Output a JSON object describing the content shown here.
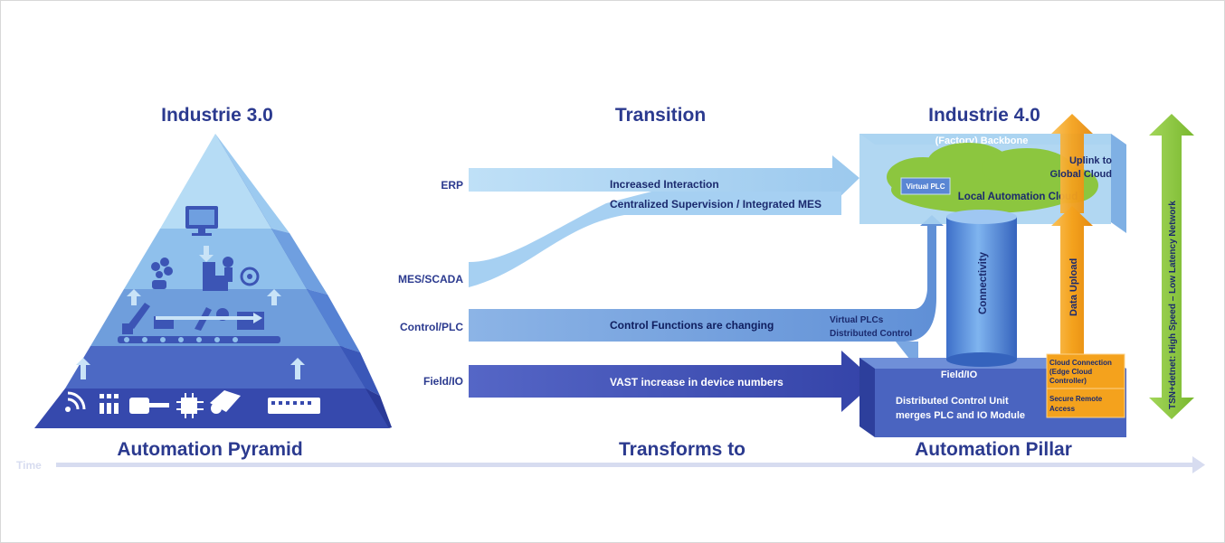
{
  "titles": {
    "left": "Industrie 3.0",
    "middle": "Transition",
    "right": "Industrie 4.0"
  },
  "bottom": {
    "left": "Automation Pyramid",
    "middle": "Transforms to",
    "right": "Automation Pillar",
    "time": "Time"
  },
  "levels": {
    "erp": "ERP",
    "mes": "MES/SCADA",
    "control": "Control/PLC",
    "field": "Field/IO"
  },
  "arrows": {
    "interaction": "Increased Interaction",
    "supervision": "Centralized Supervision / Integrated MES",
    "control": "Control Functions are changing",
    "device": "VAST increase in device numbers"
  },
  "pillar": {
    "backbone": "(Factory) Backbone",
    "uplink_1": "Uplink to",
    "uplink_2": "Global Cloud",
    "virtual_plc": "Virtual PLC",
    "local_cloud": "Local Automation Cloud",
    "connectivity": "Connectivity",
    "data_upload": "Data Upload",
    "virtual_plcs": "Virtual PLCs",
    "distributed_control": "Distributed Control",
    "field_io": "Field/IO",
    "dcu_1": "Distributed Control Unit",
    "dcu_2": "merges PLC and IO Module",
    "cloud_conn_1": "Cloud Connection",
    "cloud_conn_2": "(Edge Cloud",
    "cloud_conn_3": "Controller)",
    "secure_1": "Secure Remote",
    "secure_2": "Access"
  },
  "network": "TSN+detnet: High Speed – Low Latency Network",
  "icons": [
    "monitor-icon",
    "cloud-network-icon",
    "factory-robot-icon",
    "touch-icon",
    "robot-arm-icon",
    "conveyor-icon",
    "wifi-icon",
    "sensor-icon",
    "connector-icon",
    "chip-icon",
    "valve-icon",
    "io-module-icon"
  ],
  "colors": {
    "title": "#2b3a8f",
    "light_blue": "#a9d3f1",
    "mid_blue": "#6f9fdc",
    "dark_blue": "#3b4bb0",
    "green": "#8cc63f",
    "orange": "#f6a623",
    "time": "#d7dcf0"
  }
}
